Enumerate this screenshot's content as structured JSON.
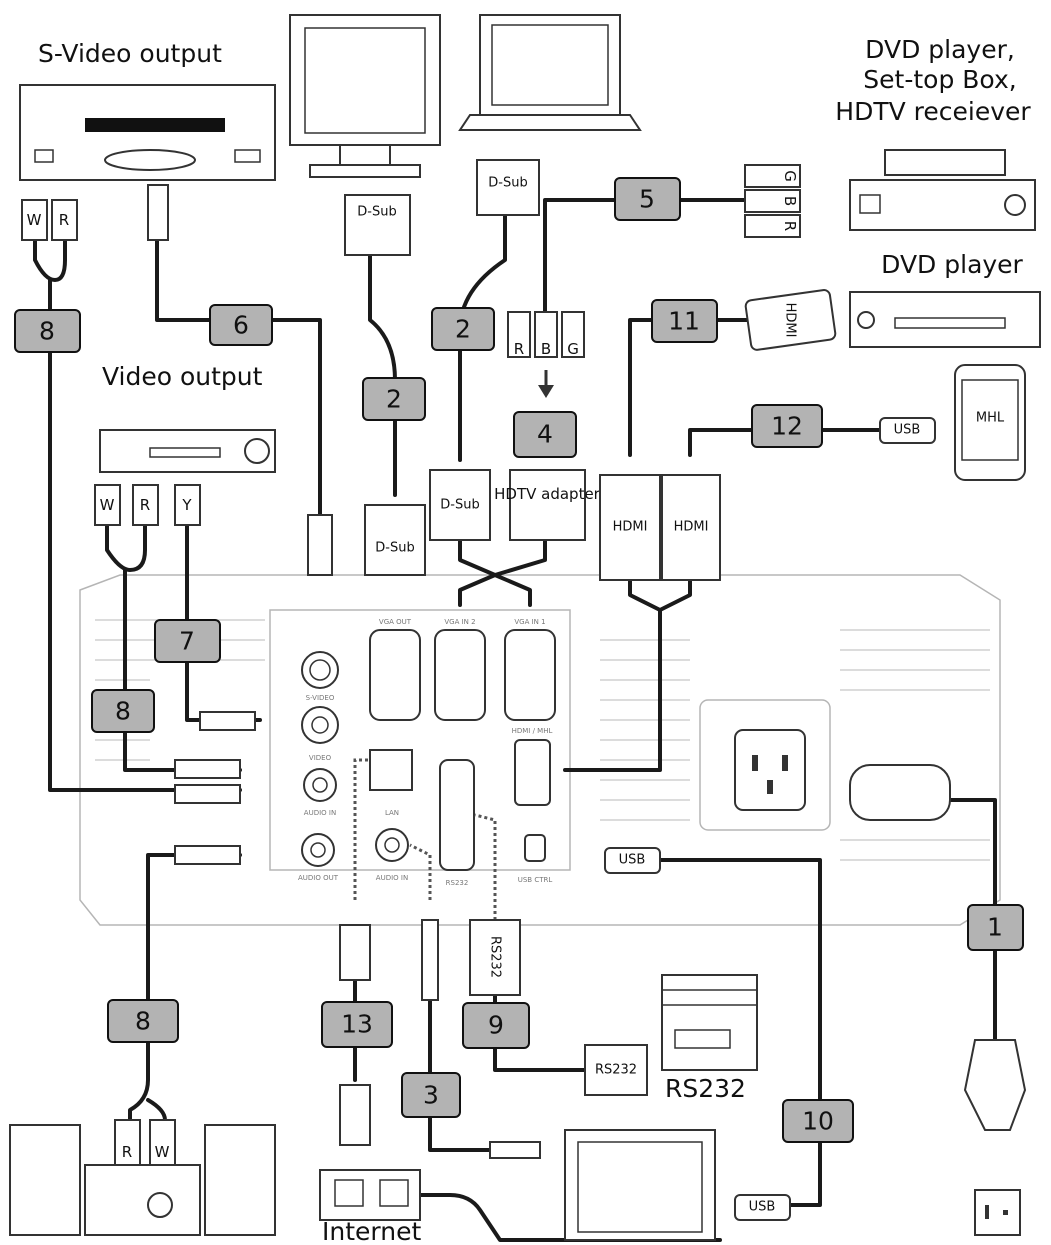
{
  "labels": {
    "svideo_output": "S-Video output",
    "video_output": "Video output",
    "dvd_settop": "DVD player,",
    "settop_box": "Set-top Box,",
    "hdtv_receiver": "HDTV receiever",
    "dvd_player": "DVD player",
    "rs232": "RS232",
    "internet": "Internet"
  },
  "cable_numbers": [
    "1",
    "2",
    "2",
    "3",
    "4",
    "5",
    "6",
    "7",
    "8",
    "8",
    "8",
    "9",
    "10",
    "11",
    "12",
    "13"
  ],
  "connectors": {
    "dsub": "D-Sub",
    "hdmi": "HDMI",
    "usb": "USB",
    "mhl": "MHL",
    "hdtv_adapter": "HDTV adapter",
    "rs232": "RS232",
    "w": "W",
    "r": "R",
    "b": "B",
    "g": "G",
    "y": "Y"
  },
  "ports": {
    "svideo": "S-VIDEO",
    "video": "VIDEO",
    "audio_in": "AUDIO IN",
    "audio_out": "AUDIO OUT",
    "vga_out": "VGA OUT",
    "vga_in2": "VGA IN 2",
    "vga_in1": "VGA IN 1",
    "lan": "LAN",
    "audio_in2": "AUDIO IN",
    "rs232": "RS232",
    "hdmi_mhl": "HDMI / MHL",
    "usb_ctrl": "USB CTRL"
  }
}
